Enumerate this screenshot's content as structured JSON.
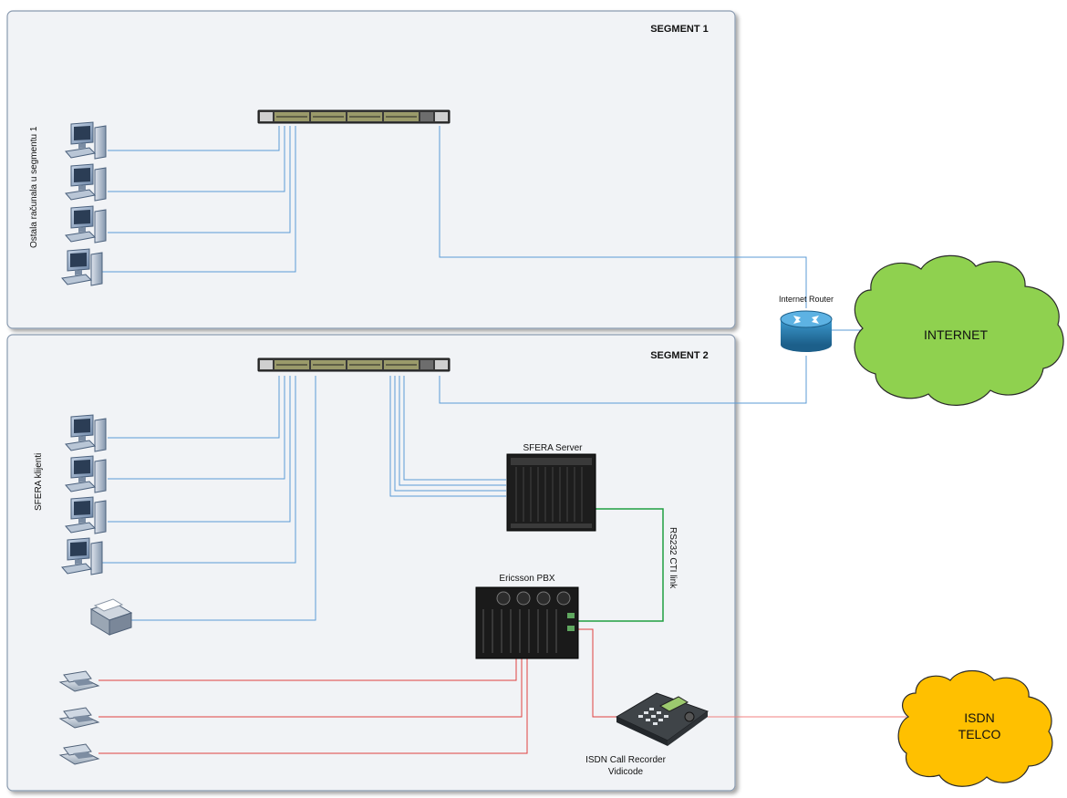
{
  "segments": [
    {
      "title": "SEGMENT 1",
      "side_label": "Ostala računala u segmentu 1"
    },
    {
      "title": "SEGMENT 2",
      "side_label": "SFERA klijenti"
    }
  ],
  "devices": {
    "router": "Internet Router",
    "server": "SFERA Server",
    "pbx": "Ericsson PBX",
    "recorder_line1": "ISDN Call Recorder",
    "recorder_line2": "Vidicode"
  },
  "links": {
    "cti": "RS232 CTI link"
  },
  "clouds": {
    "internet": "INTERNET",
    "isdn_line1": "ISDN",
    "isdn_line2": "TELCO"
  },
  "colors": {
    "segment_fill": "#f1f3f6",
    "segment_border": "#8a9bb0",
    "lan_link": "#5b9bd5",
    "phone_link": "#e04040",
    "cti_link": "#20a040",
    "internet_cloud": "#8fd14f",
    "isdn_cloud": "#ffc000"
  }
}
